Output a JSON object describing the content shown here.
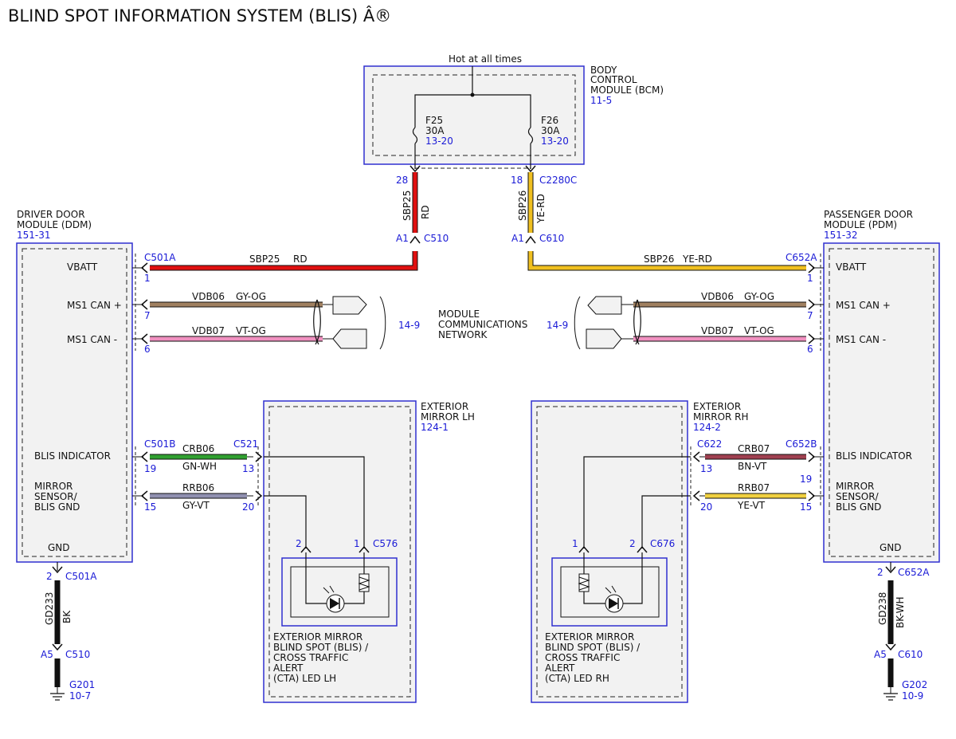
{
  "title": "BLIND SPOT INFORMATION SYSTEM (BLIS) Â®",
  "bcm": {
    "name": [
      "BODY",
      "CONTROL",
      "MODULE (BCM)"
    ],
    "ref": "11-5",
    "hot_label": "Hot at all times",
    "fuses": [
      {
        "id": "F25",
        "rating": "30A",
        "ref": "13-20"
      },
      {
        "id": "F26",
        "rating": "30A",
        "ref": "13-20"
      }
    ],
    "pins": [
      "28",
      "18"
    ],
    "connector": "C2280C"
  },
  "ddm": {
    "name": [
      "DRIVER DOOR",
      "MODULE (DDM)"
    ],
    "ref": "151-31",
    "labels": [
      "VBATT",
      "MS1 CAN +",
      "MS1 CAN -",
      "BLIS INDICATOR",
      "MIRROR",
      "SENSOR/",
      "BLIS GND",
      "GND"
    ],
    "connectors": [
      "C501A",
      "C501B"
    ],
    "pins": [
      "1",
      "7",
      "6",
      "19",
      "15"
    ],
    "gnd_pin": "2",
    "gnd_connector": "C501A"
  },
  "pdm": {
    "name": [
      "PASSENGER DOOR",
      "MODULE (PDM)"
    ],
    "ref": "151-32",
    "labels": [
      "VBATT",
      "MS1 CAN +",
      "MS1 CAN -",
      "BLIS INDICATOR",
      "MIRROR",
      "SENSOR/",
      "BLIS GND",
      "GND"
    ],
    "connectors": [
      "C652A",
      "C652B"
    ],
    "pins": [
      "1",
      "7",
      "6",
      "19",
      "15"
    ],
    "gnd_pin": "2",
    "gnd_connector": "C652A"
  },
  "wires": {
    "sbp25": {
      "circuit": "SBP25",
      "color": "RD"
    },
    "sbp26": {
      "circuit": "SBP26",
      "color": "YE-RD"
    },
    "vdb06": {
      "circuit": "VDB06",
      "color": "GY-OG"
    },
    "vdb07": {
      "circuit": "VDB07",
      "color": "VT-OG"
    },
    "crb06": {
      "circuit": "CRB06",
      "color": "GN-WH"
    },
    "rrb06": {
      "circuit": "RRB06",
      "color": "GY-VT"
    },
    "crb07": {
      "circuit": "CRB07",
      "color": "BN-VT"
    },
    "rrb07": {
      "circuit": "RRB07",
      "color": "YE-VT"
    },
    "gd233": {
      "circuit": "GD233",
      "color": "BK"
    },
    "gd238": {
      "circuit": "GD238",
      "color": "BK-WH"
    }
  },
  "inline_connectors": {
    "c510": {
      "pin": "A1",
      "name": "C510"
    },
    "c610": {
      "pin": "A1",
      "name": "C610"
    },
    "c510_gnd": {
      "pin": "A5",
      "name": "C510"
    },
    "c610_gnd": {
      "pin": "A5",
      "name": "C610"
    }
  },
  "network": {
    "label": [
      "MODULE",
      "COMMUNICATIONS",
      "NETWORK"
    ],
    "ref": "14-9"
  },
  "mirror_lh": {
    "name": [
      "EXTERIOR",
      "MIRROR LH"
    ],
    "ref": "124-1",
    "connector": "C521",
    "pins": [
      "13",
      "20"
    ],
    "led_connector": "C576",
    "led_pins": [
      "2",
      "1"
    ],
    "led_name": [
      "EXTERIOR MIRROR",
      "BLIND SPOT (BLIS) /",
      "CROSS TRAFFIC",
      "ALERT",
      "(CTA) LED LH"
    ]
  },
  "mirror_rh": {
    "name": [
      "EXTERIOR",
      "MIRROR RH"
    ],
    "ref": "124-2",
    "connector": "C622",
    "pins": [
      "13",
      "20"
    ],
    "led_connector": "C676",
    "led_pins": [
      "1",
      "2"
    ],
    "led_name": [
      "EXTERIOR MIRROR",
      "BLIND SPOT (BLIS) /",
      "CROSS TRAFFIC",
      "ALERT",
      "(CTA) LED RH"
    ]
  },
  "grounds": {
    "g201": {
      "name": "G201",
      "ref": "10-7"
    },
    "g202": {
      "name": "G202",
      "ref": "10-9"
    }
  },
  "colors": {
    "ref_blue": "#1a1ad6",
    "module_border": "#3030d0",
    "module_fill": "#f2f2f2",
    "red": "#e01010",
    "yellow": "#f0c020",
    "tan": "#a08060",
    "pink": "#f090c0",
    "green": "#30a030",
    "gray_violet": "#9090b0",
    "brown_violet": "#a04050",
    "yellow_violet": "#f0d040",
    "black": "#111111"
  }
}
